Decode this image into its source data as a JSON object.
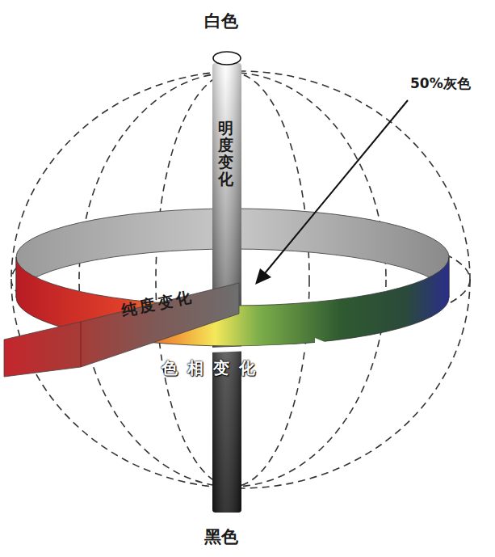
{
  "diagram": {
    "labels": [
      "白色",
      "50%灰色",
      "明度变化",
      "纯度变化",
      "色相变化",
      "黑色"
    ]
  }
}
